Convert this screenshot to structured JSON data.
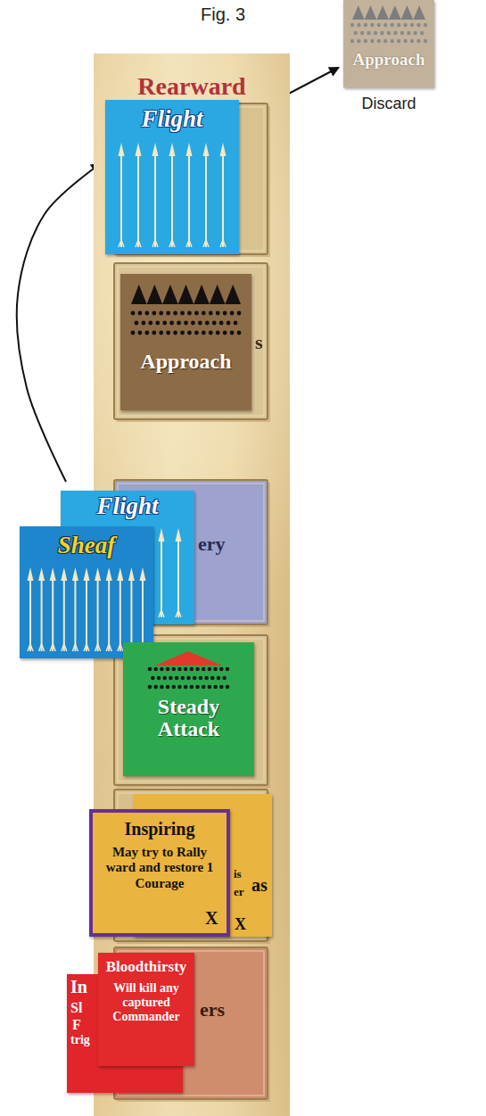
{
  "diagram": {
    "title": "Fig. 3",
    "nodes": [
      {
        "text": [
          "Approach",
          "Discard"
        ]
      },
      {
        "text": [
          "Rearward"
        ]
      },
      {
        "text": [
          "Flight"
        ]
      },
      {
        "text": [
          "Approach"
        ]
      },
      {
        "text": [
          "Flight"
        ]
      },
      {
        "text": [
          "Sheaf"
        ]
      },
      {
        "text": [
          "Steady Attack"
        ]
      },
      {
        "text": [
          "as",
          "is",
          "er",
          "X"
        ]
      },
      {
        "text": [
          "Inspiring",
          "May try to Rally ward and restore 1 Courage",
          "X"
        ]
      },
      {
        "text": [
          "In",
          "Sl",
          "F",
          "trig"
        ]
      },
      {
        "text": [
          "Bloodthirsty",
          "Will kill any captured Commander"
        ]
      }
    ],
    "edges": [
      {
        "from": 2,
        "to": 0,
        "arrow": "to"
      },
      {
        "from": 4,
        "to": 2,
        "arrow": "to"
      }
    ],
    "labels": [
      "s",
      "ery",
      "ers"
    ]
  }
}
